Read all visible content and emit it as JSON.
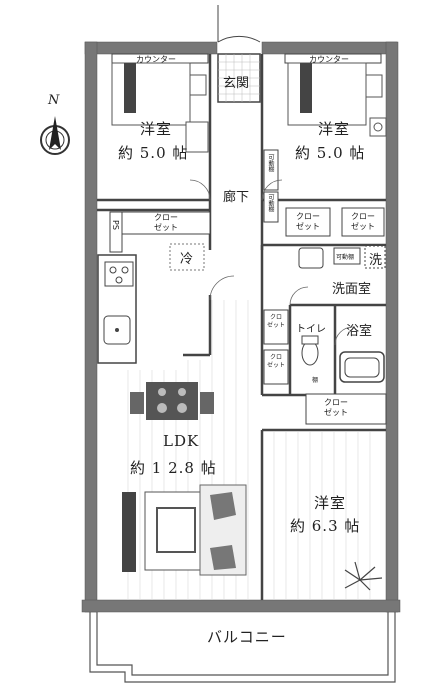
{
  "north": "N",
  "rooms": {
    "west_room_name": "洋室",
    "west_room_size": "約 5.0 帖",
    "east_room_name": "洋室",
    "east_room_size": "約 5.0 帖",
    "south_room_name": "洋室",
    "south_room_size": "約 6.3 帖",
    "ldk_name": "LDK",
    "ldk_size": "約 1 2.8 帖",
    "entrance": "玄関",
    "corridor": "廊下",
    "washroom": "洗面室",
    "bathroom": "浴室",
    "toilet": "トイレ",
    "balcony": "バルコニー"
  },
  "fixtures": {
    "counter_west": "カウンター",
    "counter_east": "カウンター",
    "closet_west": "クロー\nゼット",
    "closet_east_a": "クロー\nゼット",
    "closet_east_b": "クロー\nゼット",
    "closet_hall": "クロー\nゼット",
    "closet_small_a": "クロ\nゼット",
    "closet_small_b": "クロ\nゼット",
    "movable_shelf_a": "可動棚",
    "movable_shelf_b": "可動棚",
    "movable_shelf_c": "可動棚",
    "ps": "PS",
    "fridge": "冷",
    "washer": "洗",
    "shelf_small": "棚"
  }
}
